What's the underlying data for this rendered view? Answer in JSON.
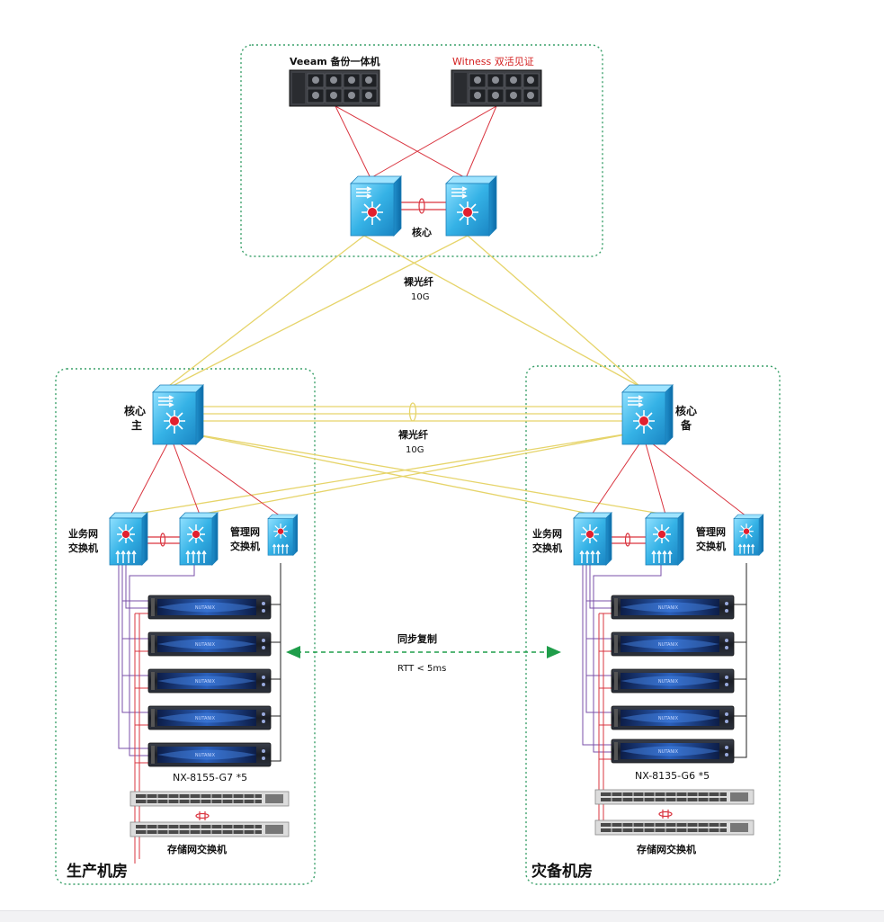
{
  "top_site": {
    "veeam_label": "Veeam 备份一体机",
    "witness_label": "Witness 双活见证",
    "core_label": "核心",
    "witness_color": "#d42020"
  },
  "uplink": {
    "fiber_label": "裸光纤",
    "speed_label": "10G"
  },
  "interlink": {
    "fiber_label": "裸光纤",
    "speed_label": "10G"
  },
  "production": {
    "room_label": "生产机房",
    "core_label_line1": "核心",
    "core_label_line2": "主",
    "biz_switch_line1": "业务网",
    "biz_switch_line2": "交换机",
    "mgmt_switch_line1": "管理网",
    "mgmt_switch_line2": "交换机",
    "node_brand": "NUTANIX",
    "node_model": "NX-8155-G7 *5",
    "storage_switch_label": "存储网交换机"
  },
  "dr": {
    "room_label": "灾备机房",
    "core_label_line1": "核心",
    "core_label_line2": "备",
    "biz_switch_line1": "业务网",
    "biz_switch_line2": "交换机",
    "mgmt_switch_line1": "管理网",
    "mgmt_switch_line2": "交换机",
    "node_brand": "NUTANIX",
    "node_model": "NX-8135-G6 *5",
    "storage_switch_label": "存储网交换机"
  },
  "replication": {
    "label": "同步复制",
    "rtt_label": "RTT < 5ms"
  },
  "colors": {
    "red_link": "#d9343f",
    "yellow_link": "#e6d46a",
    "purple_link": "#7a4fa8",
    "black_link": "#222222",
    "frame_dotted": "#3aa06a",
    "replication_arrow": "#1f9d4a",
    "switch_blue": "#3bb3e6"
  }
}
